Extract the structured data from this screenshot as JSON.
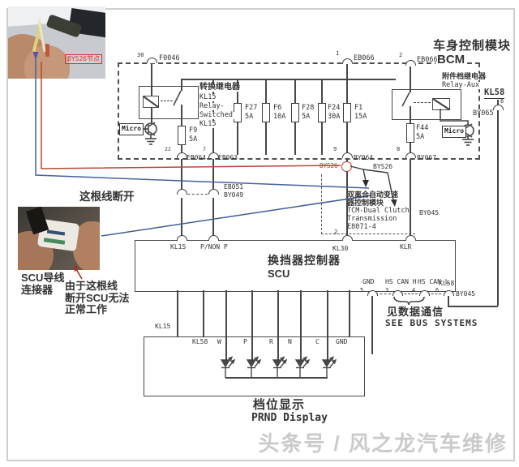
{
  "photos": {
    "headliner": {
      "label": "BYS26节点"
    },
    "connector": {
      "caption_line1": "SCU导线",
      "caption_line2": "连接器",
      "note_line1": "由于这根线",
      "note_line2": "断开SCU无法",
      "note_line3": "正常工作"
    }
  },
  "annotations": {
    "broken_wire": "这根线断开",
    "watermark": "头条号 / 风之龙汽车维修"
  },
  "bcm": {
    "title": "车身控制模块",
    "abbr": "BCM",
    "top_connectors": [
      {
        "pin": "30",
        "label": "F0046"
      },
      {
        "pin": "1",
        "label": "EB066"
      },
      {
        "pin": "2",
        "label": "EB066"
      }
    ],
    "kl58_label": "KL58",
    "by065": {
      "pin": "6",
      "label": "BY065"
    },
    "relay_switched": {
      "lines": [
        "转换继电器",
        "KL15",
        "Relay-",
        "Switched",
        "KL15"
      ]
    },
    "relay_aux": {
      "lines": [
        "附件档继电器",
        "Relay-Aux"
      ]
    },
    "micro_label": "Micro",
    "fuses_rail": [
      {
        "name": "F27",
        "rating": "5A"
      },
      {
        "name": "F6",
        "rating": "10A"
      },
      {
        "name": "F28",
        "rating": "5A"
      },
      {
        "name": "F24",
        "rating": "30A"
      },
      {
        "name": "F1",
        "rating": "15A"
      }
    ],
    "fuse_f9": {
      "name": "F9",
      "rating": "5A"
    },
    "fuse_f44": {
      "name": "F44",
      "rating": "5A"
    },
    "bottom_connectors": [
      {
        "pin": "22",
        "label": "EB064"
      },
      {
        "pin": "7",
        "label": "EB063"
      },
      {
        "pin": "9",
        "label": "BY064"
      },
      {
        "pin": "8",
        "label": "BY067"
      }
    ]
  },
  "inline_connector": {
    "top": "EB051",
    "bottom": "BY049"
  },
  "bys26": {
    "node_label": "BYS26",
    "branch_label": "BYS26"
  },
  "tcm": {
    "lines": [
      "双离合自动变速",
      "器控制模块",
      "TCM-Dual Clutch",
      "Transmission",
      "E8071-4"
    ]
  },
  "scu": {
    "title": "换挡器控制器",
    "abbr": "SCU",
    "pins_top": [
      "KL15",
      "P/NON P",
      "KL30",
      "KLR"
    ],
    "kl30_pin_no": "2",
    "pins_bottom": [
      {
        "no": "5",
        "label": "GND"
      },
      {
        "no": "3",
        "label": "HS CAN H"
      },
      {
        "no": "4",
        "label": "HS CAN L"
      },
      {
        "no": "6",
        "label": "KL58"
      }
    ],
    "wire_by045_klr": "BY045",
    "wire_by045_kl58": "BY045",
    "bus_note_cn": "见数据通信",
    "bus_note_en": "SEE BUS SYSTEMS",
    "kl15_wire_label": "KL15"
  },
  "prnd": {
    "pins": [
      "KL58",
      "W",
      "P",
      "R",
      "N",
      "C",
      "GND"
    ],
    "caption_cn": "档位显示",
    "caption_en": "PRND Display"
  },
  "colors": {
    "line": "#474747",
    "annotation_red": "#b5483a",
    "annotation_blue": "#3f5d92",
    "node_circle_red": "#c0392b",
    "watermark_gray": "#cacaca"
  }
}
